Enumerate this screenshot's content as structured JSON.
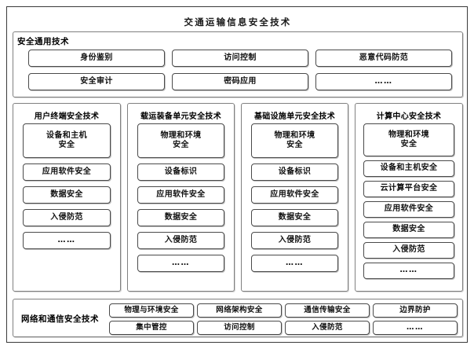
{
  "diagram": {
    "title": "交通运输信息安全技术",
    "general_section": {
      "label": "安全通用技术",
      "items": [
        "身份鉴别",
        "访问控制",
        "恶意代码防范",
        "安全审计",
        "密码应用",
        "……"
      ]
    },
    "unit_columns": [
      {
        "title": "用户终端安全技术",
        "items": [
          "设备和主机\n安全",
          "应用软件安全",
          "数据安全",
          "入侵防范",
          "……"
        ]
      },
      {
        "title": "载运装备单元安全技术",
        "items": [
          "物理和环境\n安全",
          "设备标识",
          "应用软件安全",
          "数据安全",
          "入侵防范",
          "……"
        ]
      },
      {
        "title": "基础设施单元安全技术",
        "items": [
          "物理和环境\n安全",
          "设备标识",
          "应用软件安全",
          "数据安全",
          "入侵防范",
          "……"
        ]
      },
      {
        "title": "计算中心安全技术",
        "items": [
          "物理和环境\n安全",
          "设备和主机安全",
          "云计算平台安全",
          "应用软件安全",
          "数据安全",
          "入侵防范",
          "……"
        ]
      }
    ],
    "network_section": {
      "label": "网络和通信安全技术",
      "items": [
        "物理与环境安全",
        "网络架构安全",
        "通信传输安全",
        "边界防护",
        "集中管控",
        "访问控制",
        "入侵防范",
        "……"
      ]
    },
    "colors": {
      "outer_border": "#3a3a3a",
      "section_border": "#808080",
      "node_border": "#4a4a4a",
      "background": "#ffffff",
      "text": "#101010"
    }
  }
}
